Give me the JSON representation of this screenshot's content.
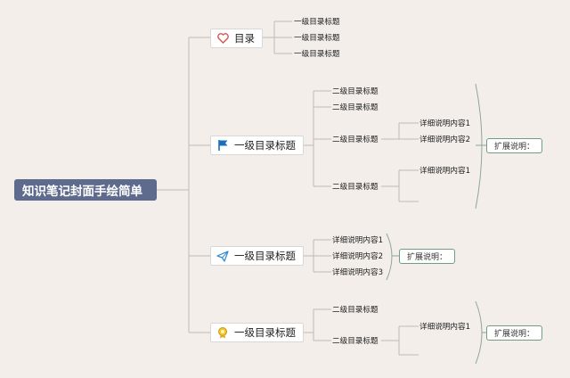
{
  "root": {
    "label": "知识笔记封面手绘简单"
  },
  "branches": [
    {
      "label": "目录",
      "icon": "heart-icon",
      "children": [
        "一级目录标题",
        "一级目录标题",
        "一级目录标题"
      ]
    },
    {
      "label": "一级目录标题",
      "icon": "flag-icon",
      "children": [
        {
          "label": "二级目录标题",
          "children": []
        },
        {
          "label": "二级目录标题",
          "children": []
        },
        {
          "label": "二级目录标题",
          "children": [
            "详细说明内容1",
            "详细说明内容2"
          ]
        },
        {
          "label": "二级目录标题",
          "children": [
            "详细说明内容1"
          ]
        }
      ],
      "note": "扩展说明："
    },
    {
      "label": "一级目录标题",
      "icon": "paper-plane-icon",
      "children": [
        "详细说明内容1",
        "详细说明内容2",
        "详细说明内容3"
      ],
      "note": "扩展说明："
    },
    {
      "label": "一级目录标题",
      "icon": "medal-icon",
      "children": [
        {
          "label": "二级目录标题",
          "children": []
        },
        {
          "label": "二级目录标题",
          "children": [
            "详细说明内容1"
          ]
        }
      ],
      "note": "扩展说明："
    }
  ],
  "colors": {
    "background": "#f3eeea",
    "root": "#5f6b8c",
    "line": "#bfbab5",
    "note_border": "#6f9e82"
  }
}
